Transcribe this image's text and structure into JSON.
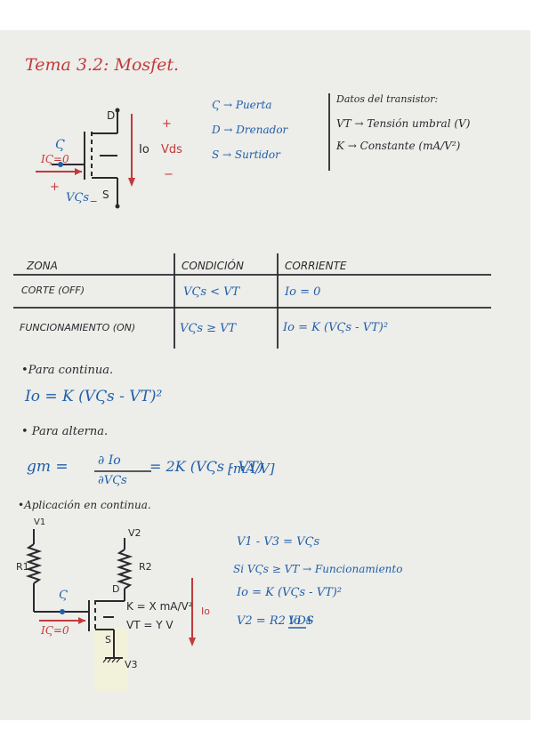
{
  "title": "Tema 3.2: Mosfet.",
  "legend": {
    "gate": "Ϛ → Puerta",
    "drain": "D → Drenador",
    "source": "S → Surtidor"
  },
  "data_box": {
    "heading": "Datos del transistor:",
    "vt": "VT → Tensión umbral (V)",
    "k": "K → Constante (mA/V²)"
  },
  "circuit1": {
    "D": "D",
    "S": "S",
    "G": "Ϛ",
    "plus_top": "+",
    "io": "Io",
    "vds": "Vds",
    "minus_right": "−",
    "ig": "IϚ=0",
    "plus_bottom": "+",
    "vgs": "VϚs",
    "minus_bottom": "_"
  },
  "table": {
    "headers": [
      "ZONA",
      "CONDICIÓN",
      "CORRIENTE"
    ],
    "rows": [
      {
        "zona": "CORTE (OFF)",
        "condicion": "VϚs < VT",
        "corriente": "Io = 0"
      },
      {
        "zona": "FUNCIONAMIENTO (ON)",
        "condicion": "VϚs ≥ VT",
        "corriente": "Io = K (VϚs - VT)²"
      }
    ]
  },
  "continua": {
    "heading": "•Para continua.",
    "formula": "Io = K (VϚs - VT)²"
  },
  "alterna": {
    "heading": "• Para alterna.",
    "gm": "gm =",
    "num": "∂ Io",
    "den": "∂VϚs",
    "rhs": "= 2K (VϚs - VT)",
    "unit": "[mA/V]"
  },
  "aplicacion": {
    "heading": "•Aplicación en continua.",
    "v1": "V1",
    "v2": "V2",
    "v3": "V3",
    "r1": "R1",
    "r2": "R2",
    "D": "D",
    "S": "S",
    "G": "Ϛ",
    "k_val": "K = X mA/V²",
    "vt_val": "VT = Y V",
    "io": "Io",
    "ig": "IϚ=0",
    "eq1": "V1 - V3 = VϚs",
    "eq2": "Si VϚs ≥ VT → Funcionamiento",
    "eq3": "Io = K (VϚs - VT)²",
    "eq4_a": "V2 = R2 Io +",
    "eq4_b": "VDS"
  }
}
